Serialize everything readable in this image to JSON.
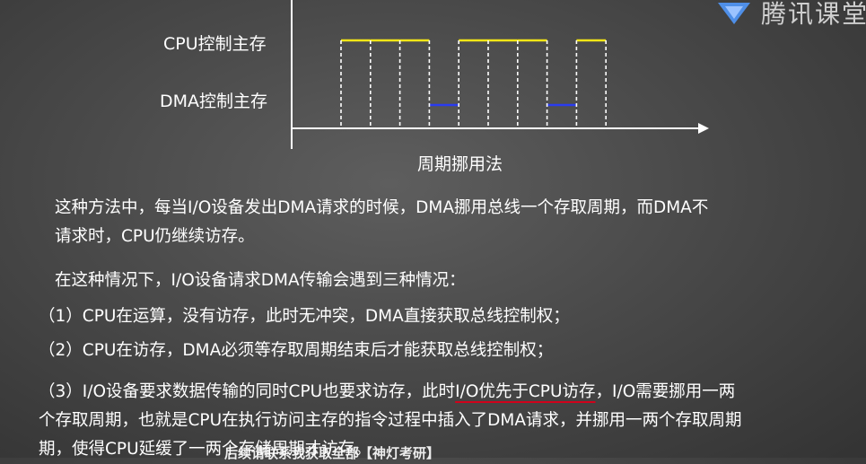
{
  "brand": {
    "name": "腾讯课堂"
  },
  "diagram": {
    "cpu_label": "CPU控制主存",
    "dma_label": "DMA控制主存",
    "caption": "周期挪用法",
    "sequence": [
      "cpu",
      "cpu",
      "cpu",
      "dma",
      "cpu",
      "cpu",
      "cpu",
      "dma",
      "cpu"
    ],
    "colors": {
      "cpu": "#f5e616",
      "dma": "#2a3cf0",
      "axis": "#ffffff"
    }
  },
  "text": {
    "p1_line1": "这种方法中，每当I/O设备发出DMA请求的时候，DMA挪用总线一个存取周期，而DMA不",
    "p1_line2": "请求时，CPU仍继续访存。",
    "p2": "在这种情况下，I/O设备请求DMA传输会遇到三种情况：",
    "item1": "（1）CPU在运算，没有访存，此时无冲突，DMA直接获取总线控制权；",
    "item2": "（2）CPU在访存，DMA必须等存取周期结束后才能获取总线控制权；",
    "item3_pre": "（3）I/O设备要求数据传输的同时CPU也要求访存，此时",
    "item3_highlight": "I/O优先于CPU访存",
    "item3_post": "，I/O需要挪用一两",
    "item3_line2": "个存取周期，也就是CPU在执行访问主存的指令过程中插入了DMA请求，并挪用一两个存取周期",
    "item3_line3": "期，使得CPU延缓了一两个存储周期才访存。",
    "subtitle": "后续请联系我获取全部【神灯考研】"
  }
}
